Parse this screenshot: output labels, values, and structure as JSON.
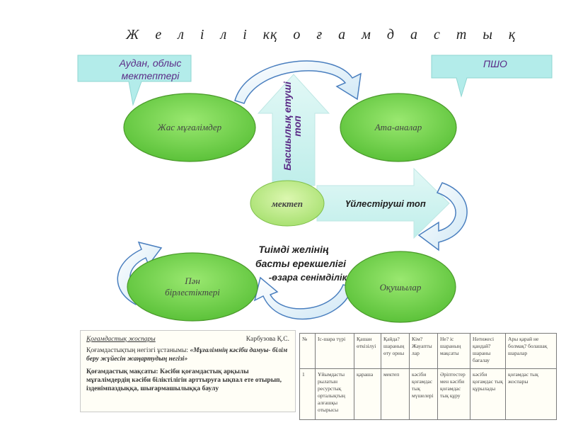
{
  "title": {
    "left_word": "Ж е л і л і к",
    "right_word": "қ о ғ а м д а с т ы қ"
  },
  "callouts": {
    "district": "Аудан, облыс мектептері",
    "pshu": "ПШО"
  },
  "nodes": {
    "young_teachers": "Жас мұғалімдер",
    "parents": "Ата-аналар",
    "school": "мектеп",
    "subject_associations": "Пән бірлестіктері",
    "students": "Оқушылар"
  },
  "arrows": {
    "leading_group": "Басшылық етуші топ",
    "coordinating_group": "Үйлестіруші топ"
  },
  "center_text": {
    "line1": "Тиімді желінің",
    "line2": "басты ерекшелігі",
    "line3": "-өзара сенімділік"
  },
  "doc_left": {
    "plan_label": "Қоғамдастық жоспары",
    "author": "Карбузова Қ.С.",
    "principle_label": "Қоғамдастықтың негізгі ұстанымы:",
    "principle_value": "«Мұғалімнің кәсіби дамуы- білім беру жүйесін жаңартудың негізі»",
    "goal_label": "Қоғамдастық мақсаты:",
    "goal_value": "Кәсіби қоғамдастық арқылы мұғалімдердің кәсіби біліктілігін арттыруға ықпал ете отырып, ізденімпаздыққа, шығармашылыққа баулу"
  },
  "doc_table": {
    "headers": [
      "№",
      "Іс-шара түрі",
      "Қашан өткізілуі",
      "Қайда? шараның өту орны",
      "Кім? Жауапты лар",
      "Не? іс шараның мақсаты",
      "Нәтижесі қандай? шараны бағалау",
      "Ары қарай не болмақ? болашақ шаралар"
    ],
    "row1": [
      "1",
      "Ұйымдасты рылатын ресурстық орталықтың алғашқы отырысы",
      "қараша",
      "мектеп",
      "кәсіби қоғамдас тық мүшелері",
      "Әріптестер мен кәсіби қоғамдас тық құру",
      "кәсіби қоғамдас тық құрылады",
      "қоғамдас тық жоспары"
    ]
  },
  "colors": {
    "ellipse_fill": "#7ed957",
    "ellipse_edge": "#4a9a2a",
    "school_fill": "#c4ee8a",
    "callout_fill": "#b3ecea",
    "arrow_fill": "#d3f3f1",
    "arrow_edge": "#4a7fbf",
    "callout_text": "#5a2a86"
  }
}
